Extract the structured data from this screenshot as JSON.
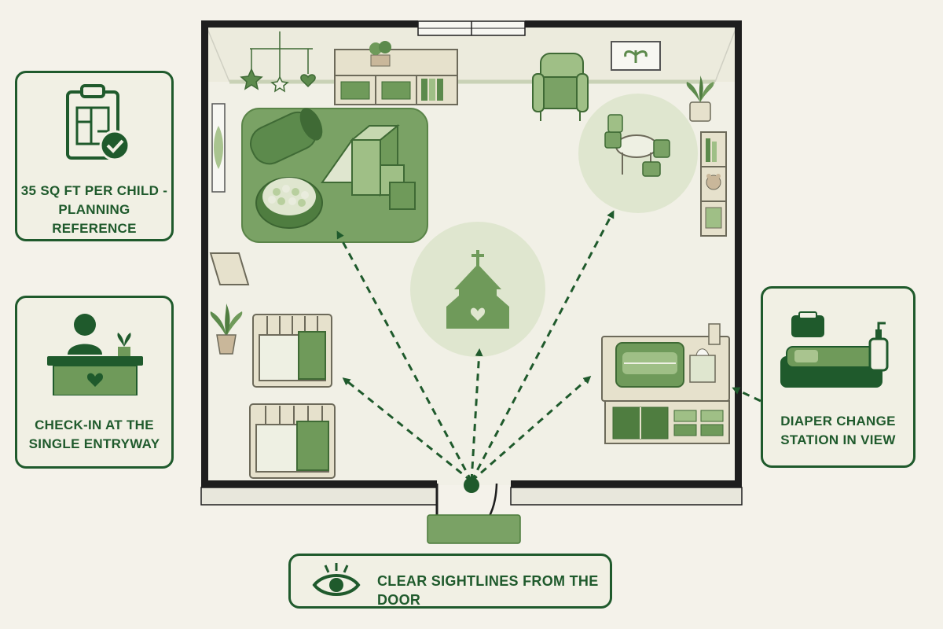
{
  "callouts": {
    "planning": {
      "line1": "35 SQ FT PER CHILD -",
      "line2": "PLANNING REFERENCE",
      "icon": "clipboard-floorplan-check-icon"
    },
    "checkin": {
      "line1": "CHECK-IN AT THE",
      "line2": "SINGLE ENTRYWAY",
      "icon": "reception-desk-heart-icon"
    },
    "diaper": {
      "line1": "DIAPER CHANGE",
      "line2": "STATION IN VIEW",
      "icon": "changing-station-icon"
    },
    "sightlines": {
      "text": "CLEAR SIGHTLINES FROM THE DOOR",
      "icon": "eye-icon"
    }
  },
  "colors": {
    "dark_green": "#1f5a2c",
    "mid_green": "#6f9a5a",
    "light_green": "#a9c48f",
    "pale_green": "#dfe6cf",
    "floor": "#f1f0e6",
    "wall": "#1e1e1e"
  }
}
